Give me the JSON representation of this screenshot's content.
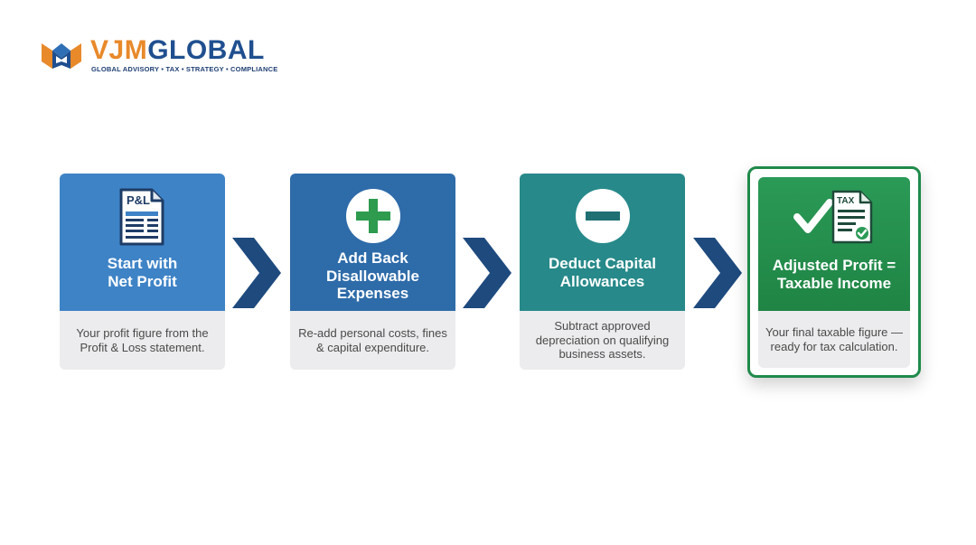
{
  "brand": {
    "name_part1": "VJM",
    "name_part2": "GLOBAL",
    "tagline": "GLOBAL ADVISORY • TAX • STRATEGY • COMPLIANCE",
    "colors": {
      "orange": "#e8892a",
      "blue": "#1f4f8f"
    }
  },
  "steps": [
    {
      "icon": "pl-statement-icon",
      "icon_text": "P&L",
      "title": "Start with\nNet Profit",
      "description": "Your profit figure from the Profit & Loss statement.",
      "color": "#3e83c6"
    },
    {
      "icon": "plus-circle-icon",
      "title": "Add Back\nDisallowable\nExpenses",
      "description": "Re-add personal costs, fines & capital expenditure.",
      "color": "#2e6ba9"
    },
    {
      "icon": "minus-circle-icon",
      "title": "Deduct Capital\nAllowances",
      "description": "Subtract approved depreciation on qualifying business assets.",
      "color": "#27898a"
    },
    {
      "icon": "tax-document-check-icon",
      "icon_text": "TAX",
      "title": "Adjusted Profit =\nTaxable Income",
      "description": "Your final taxable figure — ready for tax calculation.",
      "color": "#1f8a4a",
      "highlighted": true
    }
  ],
  "arrow_color": "#1e4a7e"
}
